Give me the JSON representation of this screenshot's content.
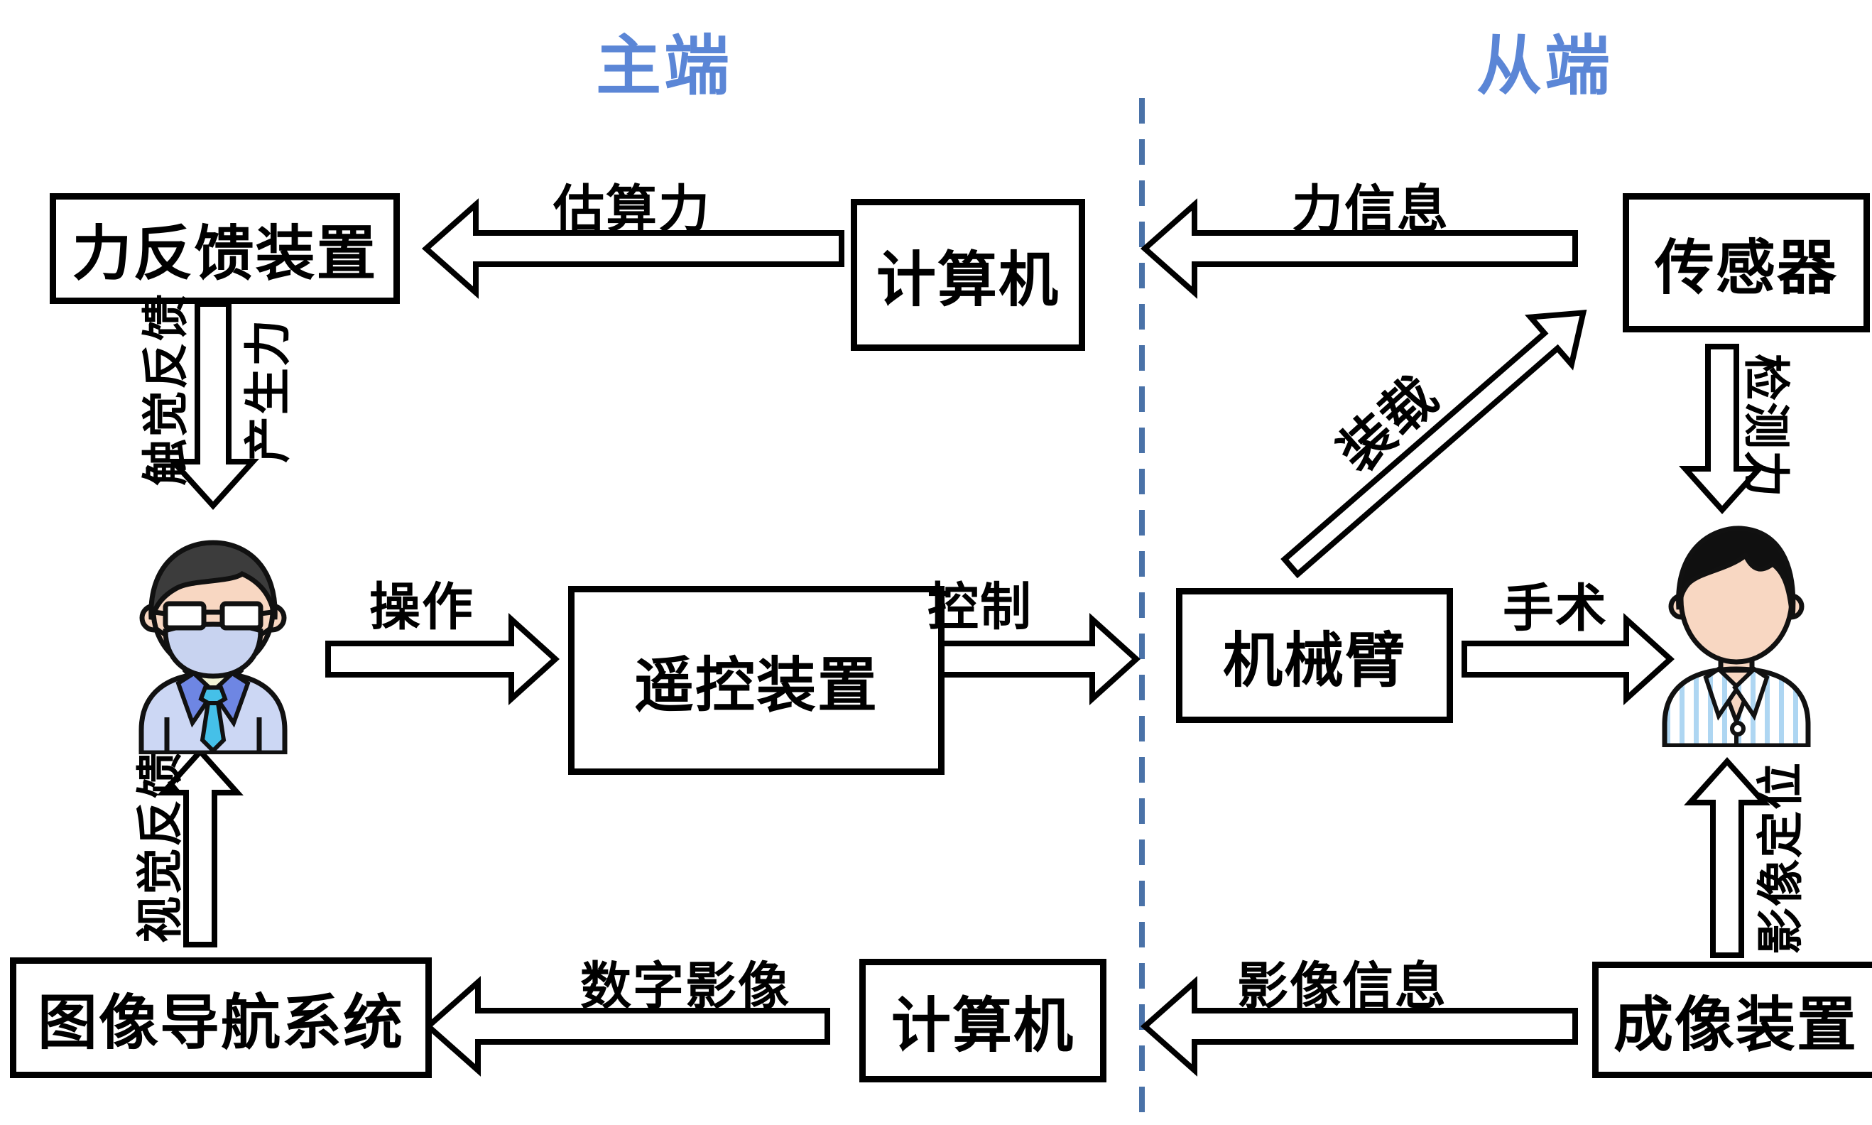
{
  "titles": {
    "master": "主端",
    "slave": "从端"
  },
  "boxes": {
    "force_feedback": "力反馈装置",
    "computer_top": "计算机",
    "sensor": "传感器",
    "remote_control": "遥控装置",
    "robot_arm": "机械臂",
    "image_nav": "图像导航系统",
    "computer_bottom": "计算机",
    "imaging_device": "成像装置"
  },
  "labels": {
    "estimated_force": "估算力",
    "force_info": "力信息",
    "tactile_feedback": "触觉反馈",
    "generate_force": "产生力",
    "operate": "操作",
    "control": "控制",
    "surgery": "手术",
    "load": "装载",
    "detect_force": "检测力",
    "visual_feedback": "视觉反馈",
    "image_positioning": "影像定位",
    "digital_image": "数字影像",
    "image_info": "影像信息"
  },
  "figures": {
    "doctor": "doctor-operator-figure",
    "patient": "patient-figure"
  },
  "colors": {
    "title_blue": "#5b86d6",
    "divider_blue": "#4a72a8",
    "outline": "#000000",
    "skin": "#f8d7c2",
    "doctor_coat": "#ccd7f4",
    "doctor_lapel": "#6e86e3",
    "doctor_mask": "#c8d3f0",
    "doctor_tie": "#45c0e8",
    "doctor_collar": "#f2f4d6",
    "hair": "#2f2f2f",
    "patient_stripe": "#aed6f2"
  }
}
